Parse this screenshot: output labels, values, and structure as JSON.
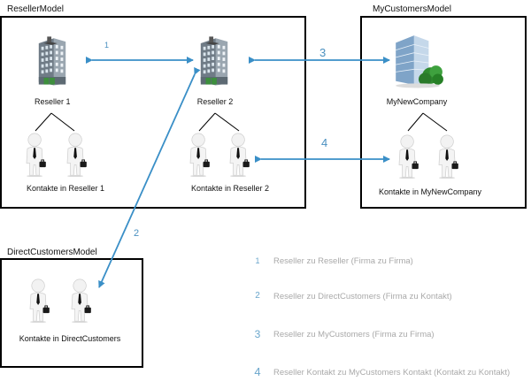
{
  "models": {
    "reseller": "ResellerModel",
    "mycustomers": "MyCustomersModel",
    "direct": "DirectCustomersModel"
  },
  "captions": {
    "reseller1": "Reseller 1",
    "reseller2": "Reseller 2",
    "mynewcompany": "MyNewCompany",
    "kontakte_r1": "Kontakte in Reseller 1",
    "kontakte_r2": "Kontakte in Reseller 2",
    "kontakte_mnc": "Kontakte in MyNewCompany",
    "kontakte_direct": "Kontakte in DirectCustomers"
  },
  "connections": {
    "c1": "1",
    "c2": "2",
    "c3": "3",
    "c4": "4"
  },
  "legend": [
    {
      "num": "1",
      "text": "Reseller zu Reseller (Firma zu Firma)"
    },
    {
      "num": "2",
      "text": "Reseller zu DirectCustomers (Firma zu Kontakt)"
    },
    {
      "num": "3",
      "text": "Reseller zu MyCustomers (Firma zu Firma)"
    },
    {
      "num": "4",
      "text": "Reseller Kontakt zu MyCustomers Kontakt (Kontakt zu Kontakt)"
    }
  ],
  "colors": {
    "arrow": "#3a8fc7",
    "legend_number": "#6aa6cc",
    "legend_text": "#a9a9a9",
    "box_border": "#000000"
  },
  "icons": [
    "office-building-icon",
    "green-office-building-icon",
    "businessman-icon"
  ]
}
